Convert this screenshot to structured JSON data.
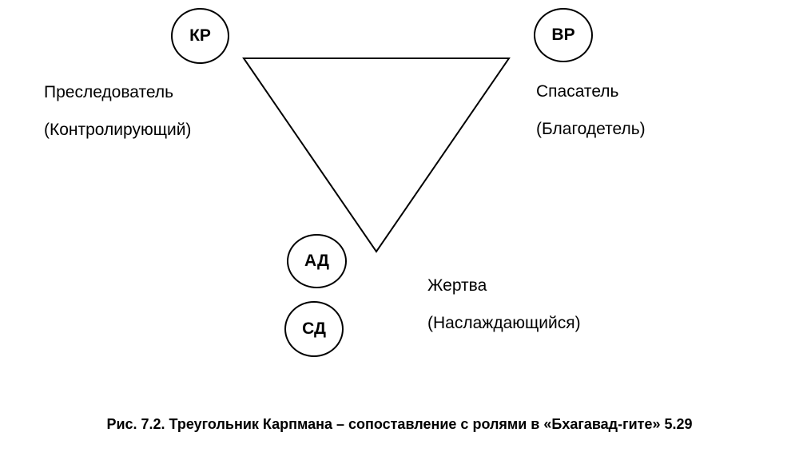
{
  "nodes": {
    "kr": "КР",
    "vr": "ВР",
    "ad": "АД",
    "sd": "СД"
  },
  "roles": {
    "persecutor": {
      "title": "Преследователь",
      "subtitle": "(Контролирующий)"
    },
    "rescuer": {
      "title": "Спасатель",
      "subtitle": "(Благодетель)"
    },
    "victim": {
      "title": "Жертва",
      "subtitle": "(Наслаждающийся)"
    }
  },
  "caption": "Рис. 7.2. Треугольник Карпмана – сопоставление с ролями в «Бхагавад-гите» 5.29"
}
